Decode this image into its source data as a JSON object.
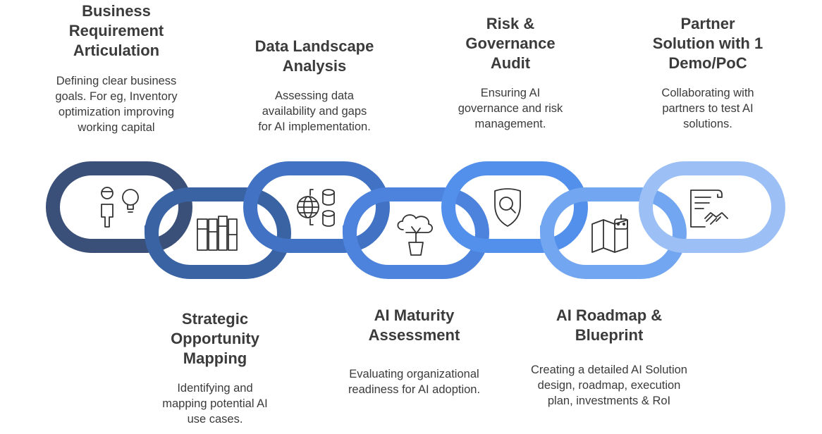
{
  "steps": [
    {
      "id": "business",
      "title": "Business\nRequirement\nArticulation",
      "desc": "Defining clear business\ngoals. For eg, Inventory\noptimization improving\nworking capital",
      "icon": "person-idea-icon",
      "color": "#3b5078"
    },
    {
      "id": "strategic",
      "title": "Strategic\nOpportunity\nMapping",
      "desc": "Identifying and\nmapping potential AI\nuse cases.",
      "icon": "columns-icon",
      "color": "#3a63a3"
    },
    {
      "id": "data",
      "title": "Data Landscape\nAnalysis",
      "desc": "Assessing data\navailability and gaps\nfor AI implementation.",
      "icon": "globe-database-icon",
      "color": "#4272c4"
    },
    {
      "id": "maturity",
      "title": "AI Maturity\nAssessment",
      "desc": "Evaluating organizational\nreadiness for AI adoption.",
      "icon": "plant-growth-icon",
      "color": "#4d83dc"
    },
    {
      "id": "risk",
      "title": "Risk &\nGovernance\nAudit",
      "desc": "Ensuring AI\ngovernance and risk\nmanagement.",
      "icon": "shield-search-icon",
      "color": "#5390ec"
    },
    {
      "id": "roadmap",
      "title": "AI Roadmap &\nBlueprint",
      "desc": "Creating a detailed AI Solution\ndesign, roadmap, execution\nplan, investments & RoI",
      "icon": "map-robot-icon",
      "color": "#72a6f0"
    },
    {
      "id": "partner",
      "title": "Partner\nSolution with 1\nDemo/PoC",
      "desc": "Collaborating with\npartners to test AI\nsolutions.",
      "icon": "contract-handshake-icon",
      "color": "#9cc0f5"
    }
  ]
}
